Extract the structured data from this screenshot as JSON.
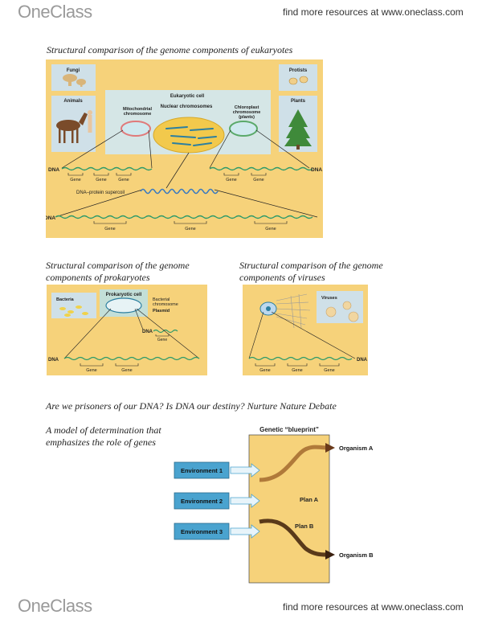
{
  "header": {
    "logo": "OneClass",
    "tagline": "find more resources at www.oneclass.com"
  },
  "footer": {
    "logo": "OneClass",
    "tagline": "find more resources at www.oneclass.com"
  },
  "headings": {
    "eukaryotes": "Structural comparison of the genome components of eukaryotes",
    "prokaryotes_line1": "Structural comparison of the genome",
    "prokaryotes_line2": "components of prokaryotes",
    "viruses_line1": "Structural comparison of the genome",
    "viruses_line2": "components of viruses",
    "debate": "Are we prisoners of our DNA? Is DNA our destiny? Nurture Nature Debate",
    "model_line1": "A model of determination that",
    "model_line2": "emphasizes the role of genes"
  },
  "eukaryote_figure": {
    "fungi": "Fungi",
    "protists": "Protists",
    "animals": "Animals",
    "plants": "Plants",
    "eukaryotic_cell": "Eukaryotic cell",
    "nuclear_chromosomes": "Nuclear chromosomes",
    "mito_line1": "Mitochondrial",
    "mito_line2": "chromosome",
    "chloro_line1": "Chloroplast",
    "chloro_line2": "chromosome",
    "chloro_line3": "(plants)",
    "dna": "DNA",
    "gene": "Gene",
    "supercoil": "DNA–protein supercoil"
  },
  "prokaryote_figure": {
    "prokaryotic_cell": "Prokaryotic cell",
    "bacteria": "Bacteria",
    "bacterial_line1": "Bacterial",
    "bacterial_line2": "chromosome",
    "plasmid": "Plasmid",
    "dna": "DNA",
    "gene": "Gene"
  },
  "virus_figure": {
    "viruses": "Viruses",
    "dna": "DNA",
    "gene": "Gene"
  },
  "blueprint_figure": {
    "title": "Genetic “blueprint”",
    "env1": "Environment 1",
    "env2": "Environment 2",
    "env3": "Environment 3",
    "plan_a": "Plan A",
    "plan_b": "Plan B",
    "organism_a": "Organism A",
    "organism_b": "Organism B"
  }
}
